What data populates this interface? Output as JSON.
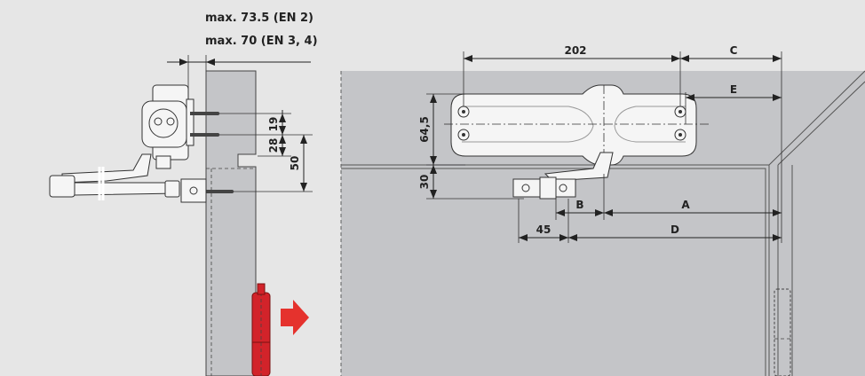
{
  "header": {
    "max_en2": "max. 73.5 (EN 2)",
    "max_en34": "max. 70 (EN 3, 4)"
  },
  "side_view": {
    "dim_19": "19",
    "dim_28": "28",
    "dim_50": "50"
  },
  "front_view": {
    "dim_202": "202",
    "dim_C": "C",
    "dim_E": "E",
    "dim_64_5": "64,5",
    "dim_30": "30",
    "dim_B": "B",
    "dim_A": "A",
    "dim_45": "45",
    "dim_D": "D"
  },
  "colors": {
    "background": "#e6e6e6",
    "door_fill": "#c4c5c8",
    "hinge_red": "#d2232a",
    "arrow_red": "#e5322d"
  },
  "icons": {
    "direction_arrow": "right-arrow-icon"
  }
}
